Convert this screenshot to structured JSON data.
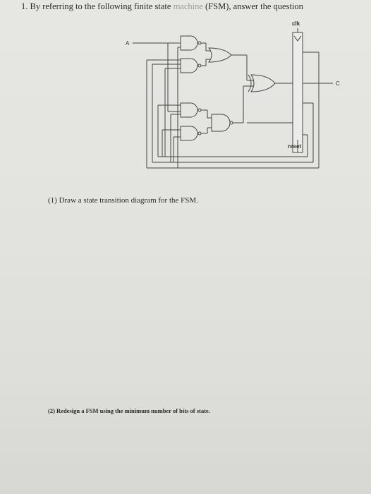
{
  "question": {
    "number": "1.",
    "text_before": "By referring to the following finite state",
    "text_faded": "machine",
    "text_after": "(FSM), answer the question"
  },
  "circuit": {
    "input_label": "A",
    "output_label": "C",
    "clock_label": "clk",
    "reset_label": "reset"
  },
  "parts": [
    {
      "text": "(1) Draw a state transition diagram for the FSM."
    },
    {
      "text": "(2) Redesign a FSM using the minimum number of bits of state."
    }
  ]
}
